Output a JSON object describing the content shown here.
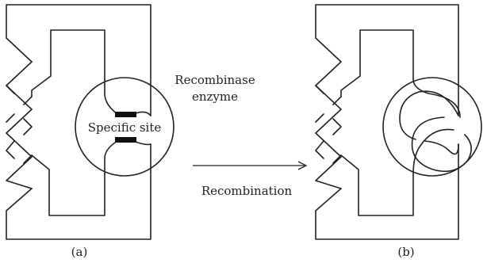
{
  "panels": [
    {
      "caption": "(a)"
    },
    {
      "caption": "(b)"
    }
  ],
  "labels": {
    "enzyme_line1": "Recombinase",
    "enzyme_line2": "enzyme",
    "specific_site": "Specific site",
    "arrow_label": "Recombination"
  },
  "colors": {
    "line": "#222222",
    "site": "#111111",
    "background": "#ffffff"
  }
}
